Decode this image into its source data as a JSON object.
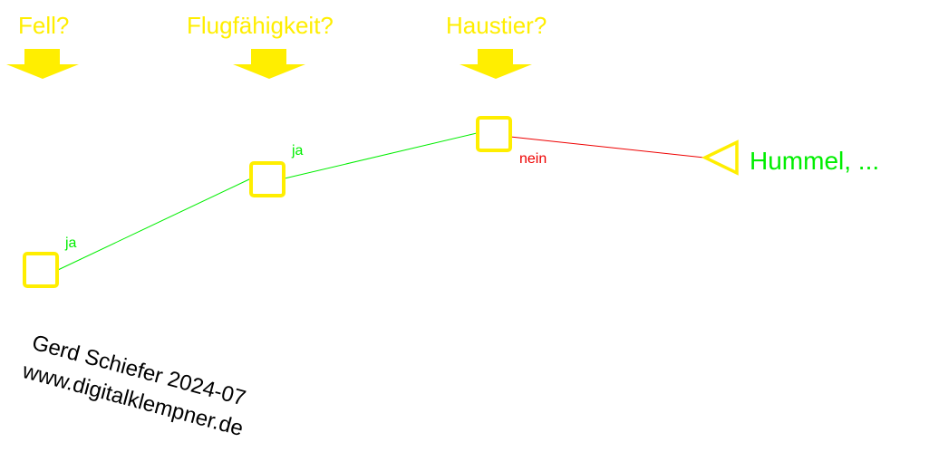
{
  "colors": {
    "question": "#ffee00",
    "node": "#ffee00",
    "yes": "#00ee00",
    "no": "#ee0000",
    "result": "#00ee00",
    "credit": "#000000"
  },
  "questions": [
    {
      "label": "Fell?",
      "icon": "arrow-down-icon"
    },
    {
      "label": "Flugfähigkeit?",
      "icon": "arrow-down-icon"
    },
    {
      "label": "Haustier?",
      "icon": "arrow-down-icon"
    }
  ],
  "edges": [
    {
      "label": "ja",
      "answer": "yes"
    },
    {
      "label": "ja",
      "answer": "yes"
    },
    {
      "label": "nein",
      "answer": "no"
    }
  ],
  "result": {
    "label": "Hummel, ...",
    "icon": "triangle-leaf-icon"
  },
  "credit": {
    "line1": "Gerd Schiefer 2024-07",
    "line2": "www.digitalklempner.de"
  }
}
